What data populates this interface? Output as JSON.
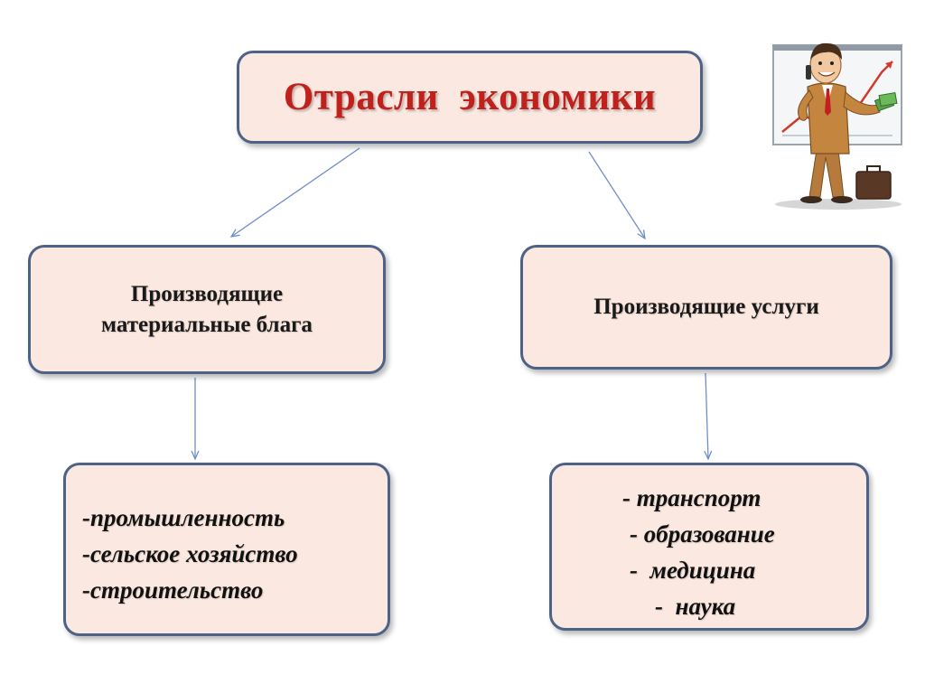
{
  "root": {
    "title": "Отрасли  экономики"
  },
  "categories": {
    "left": {
      "lines": [
        "Производящие",
        "материальные блага"
      ]
    },
    "right": {
      "label": "Производящие услуги"
    }
  },
  "lists": {
    "left": [
      "-промышленность",
      "-сельское хозяйство",
      "-строительство"
    ],
    "right": [
      "- транспорт",
      "- образование",
      "-  медицина",
      "-  наука"
    ]
  },
  "colors": {
    "box_fill": "#fbe8e0",
    "box_border": "#4e6287",
    "title": "#c0211c",
    "arrow": "#6f8fc9"
  },
  "icons": {
    "clipart": "businessman-icon"
  }
}
